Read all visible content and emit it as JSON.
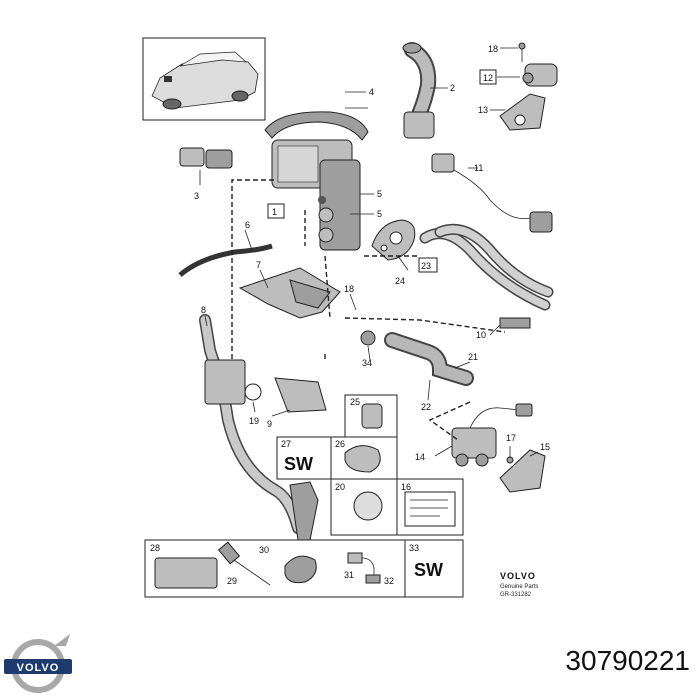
{
  "callouts": [
    "1",
    "2",
    "3",
    "4",
    "5",
    "5",
    "6",
    "7",
    "8",
    "9",
    "10",
    "11",
    "12",
    "13",
    "14",
    "15",
    "16",
    "17",
    "18",
    "18",
    "19",
    "20",
    "21",
    "22",
    "23",
    "24",
    "25",
    "26",
    "27",
    "28",
    "29",
    "30",
    "31",
    "32",
    "33",
    "34"
  ],
  "sw_labels": [
    "SW",
    "SW"
  ],
  "brand": {
    "diagram_logo": "VOLVO",
    "genuine": "Genuine Parts",
    "ref": "GR-331282",
    "footer_logo": "VOLVO"
  },
  "part_number": "30790221",
  "colors": {
    "ink": "#222222",
    "part_fill": "#bdbdbd",
    "dark_fill": "#9e9e9e",
    "logo_blue": "#1d3b6e",
    "logo_silver": "#a8a8a8"
  }
}
